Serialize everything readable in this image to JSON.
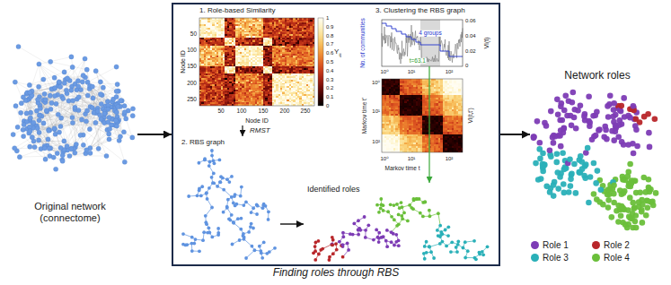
{
  "diagram": {
    "nodes": [
      {
        "text": [
          "Original network (connectome)"
        ]
      },
      {
        "text": [
          "Finding roles through RBS"
        ]
      },
      {
        "text": [
          "1. Role-based Similarity"
        ],
        "in": 1
      },
      {
        "text": [
          "3. Clustering the RBS graph"
        ],
        "in": 1
      },
      {
        "text": [
          "2. RBS graph"
        ],
        "in": 1
      },
      {
        "text": [
          "Identified roles"
        ],
        "in": 1
      },
      {
        "text": [
          "Network roles"
        ]
      }
    ],
    "edges": [
      {
        "from": 0,
        "to": 1,
        "arrow": "to"
      },
      {
        "from": 2,
        "to": 4,
        "label": "RMST",
        "arrow": "to"
      },
      {
        "from": 4,
        "to": 5,
        "arrow": "to"
      },
      {
        "from": 3,
        "to": 5,
        "arrow": "to"
      },
      {
        "from": 1,
        "to": 6,
        "arrow": "to"
      }
    ],
    "labels": [
      "Y",
      "ij",
      "50",
      "100",
      "150",
      "200",
      "250",
      "Node ID",
      "50",
      "100",
      "150",
      "200",
      "250",
      "Node ID",
      "1",
      "0.9",
      "0.8",
      "0.7",
      "0.6",
      "0.5",
      "0.4",
      "0.3",
      "0.2",
      "0.1",
      "0",
      "No. of communities",
      "4 groups",
      "VI(t)",
      "0.06",
      "0.04",
      "0.02",
      "0",
      "10⁰",
      "10¹",
      "10²",
      "t=63.1",
      "10⁰",
      "10¹",
      "10²",
      "Markov time t'",
      "10⁰",
      "10¹",
      "10²",
      "Markov time t",
      "VI(t,t')"
    ],
    "legend": [
      {
        "text": "Role 1",
        "color": "#7d3cb5"
      },
      {
        "text": "Role 2",
        "color": "#b8262a"
      },
      {
        "text": "Role 3",
        "color": "#2ab0b8"
      },
      {
        "text": "Role 4",
        "color": "#6abf3a"
      }
    ]
  }
}
